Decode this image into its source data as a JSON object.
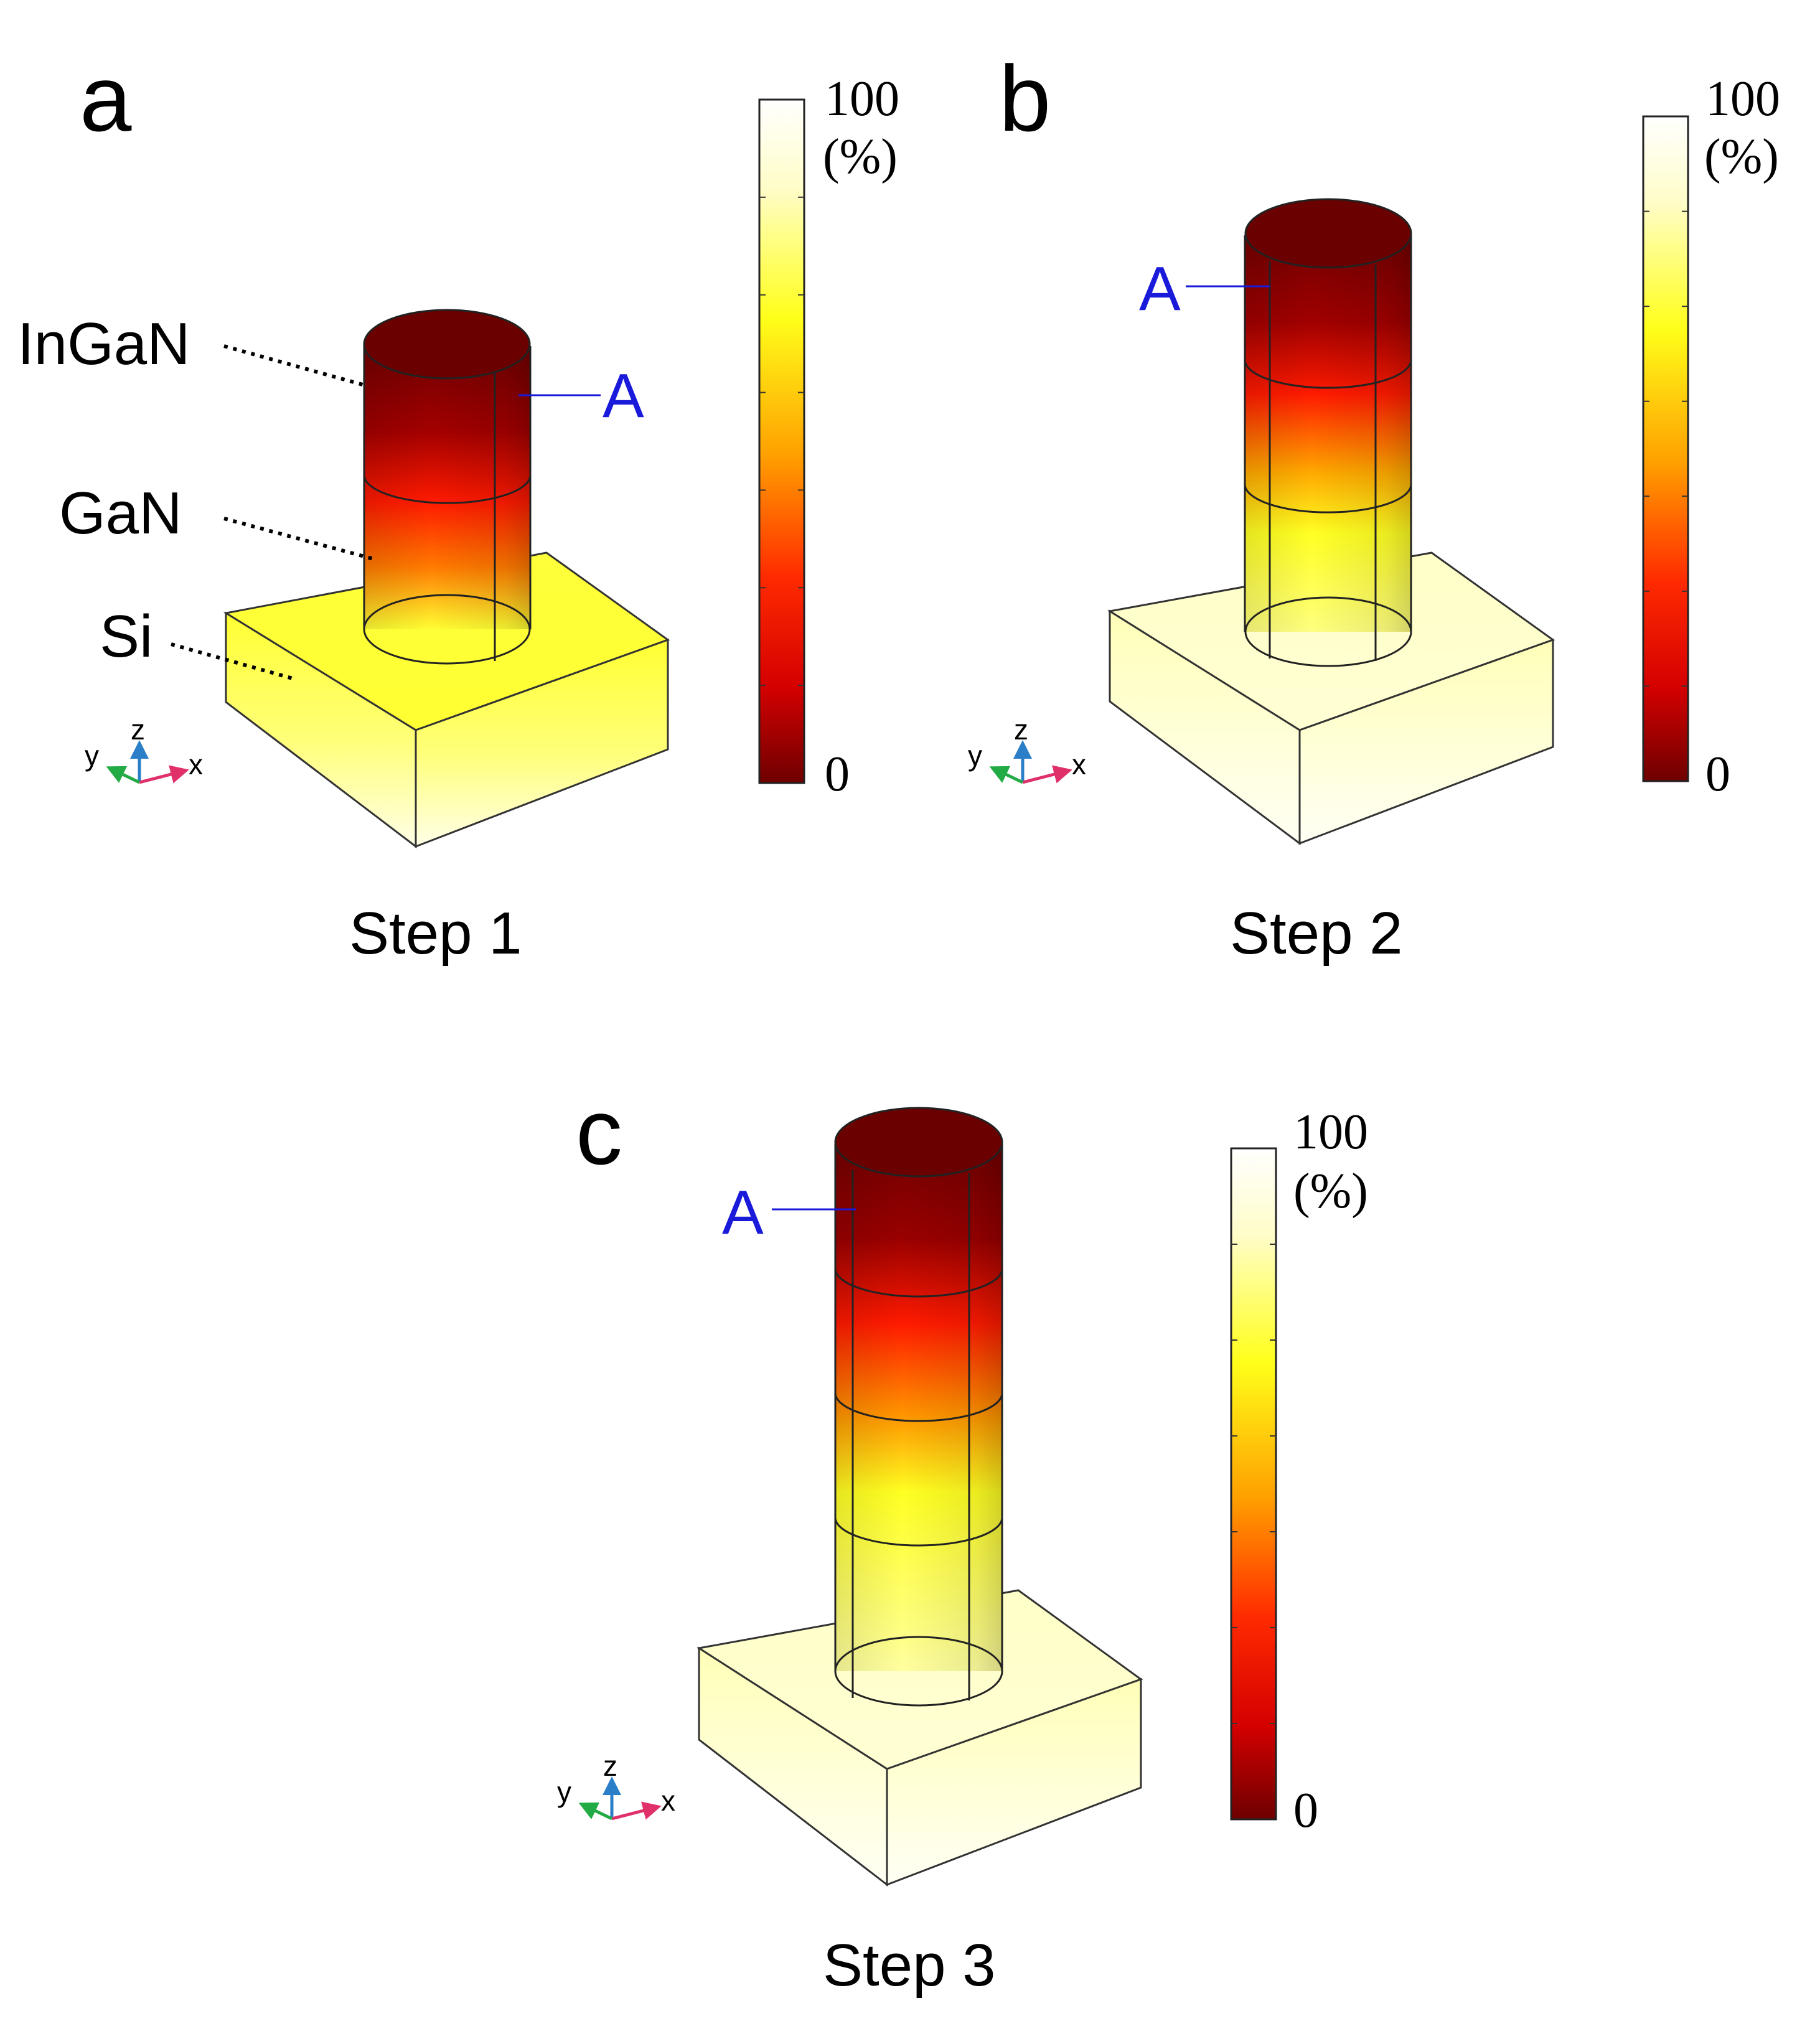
{
  "panels": [
    {
      "letter": "a",
      "step": "Step 1",
      "point_label": "A",
      "layers": [
        "InGaN",
        "GaN",
        "Si"
      ],
      "colorbar": {
        "max": "100",
        "unit": "(%)",
        "min": "0"
      }
    },
    {
      "letter": "b",
      "step": "Step 2",
      "point_label": "A",
      "colorbar": {
        "max": "100",
        "unit": "(%)",
        "min": "0"
      }
    },
    {
      "letter": "c",
      "step": "Step 3",
      "point_label": "A",
      "colorbar": {
        "max": "100",
        "unit": "(%)",
        "min": "0"
      }
    }
  ],
  "axes": {
    "x": "x",
    "y": "y",
    "z": "z"
  },
  "colors": {
    "point_label": "#1a1adb",
    "dark_red": "#6e0000",
    "red": "#ff1a00",
    "orange": "#ff9900",
    "yellow": "#ffff1a",
    "pale": "#ffffee"
  }
}
